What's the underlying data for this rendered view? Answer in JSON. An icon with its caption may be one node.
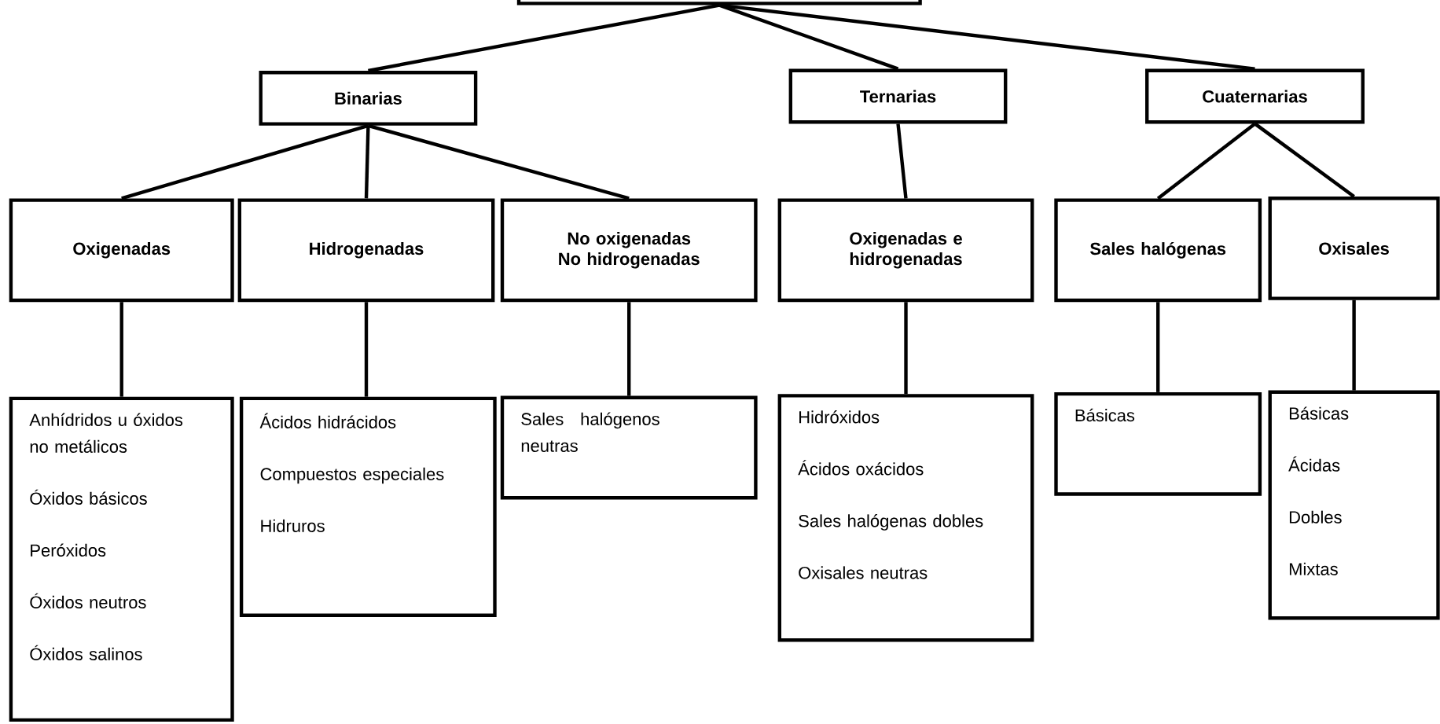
{
  "diagram": {
    "nodes": [
      {
        "text": [],
        "shape": "box"
      },
      {
        "text": [
          "Binarias"
        ]
      },
      {
        "text": [
          "Ternarias"
        ]
      },
      {
        "text": [
          "Cuaternarias"
        ]
      },
      {
        "text": [
          "Oxigenadas"
        ]
      },
      {
        "text": [
          "Hidrogenadas"
        ]
      },
      {
        "text": [
          "No oxigenadas No hidrogenadas"
        ]
      },
      {
        "text": [
          "Oxigenadas e hidrogenadas"
        ]
      },
      {
        "text": [
          "Sales halógenas"
        ]
      },
      {
        "text": [
          "Oxisales"
        ]
      },
      {
        "text": [
          "Anhídridos u óxidos no metálicos",
          "Óxidos básicos",
          "Peróxidos",
          "Óxidos neutros",
          "Óxidos salinos"
        ]
      },
      {
        "text": [
          "Ácidos hidrácidos",
          "Compuestos especiales",
          "Hidruros"
        ]
      },
      {
        "text": [
          "Sales halógenos neutras"
        ]
      },
      {
        "text": [
          "Hidróxidos",
          "Ácidos oxácidos",
          "Sales halógenas dobles",
          "Oxisales neutras"
        ]
      },
      {
        "text": [
          "Básicas"
        ]
      },
      {
        "text": [
          "Básicas",
          "Ácidas",
          "Dobles",
          "Mixtas"
        ]
      }
    ],
    "edges": [
      {
        "from": 0,
        "to": 1,
        "arrow": "none"
      },
      {
        "from": 0,
        "to": 2,
        "arrow": "none"
      },
      {
        "from": 0,
        "to": 3,
        "arrow": "none"
      },
      {
        "from": 1,
        "to": 4,
        "arrow": "none"
      },
      {
        "from": 1,
        "to": 5,
        "arrow": "none"
      },
      {
        "from": 1,
        "to": 6,
        "arrow": "none"
      },
      {
        "from": 2,
        "to": 7,
        "arrow": "none"
      },
      {
        "from": 3,
        "to": 8,
        "arrow": "none"
      },
      {
        "from": 3,
        "to": 9,
        "arrow": "none"
      },
      {
        "from": 4,
        "to": 10,
        "arrow": "none"
      },
      {
        "from": 5,
        "to": 11,
        "arrow": "none"
      },
      {
        "from": 6,
        "to": 12,
        "arrow": "none"
      },
      {
        "from": 7,
        "to": 13,
        "arrow": "none"
      },
      {
        "from": 8,
        "to": 14,
        "arrow": "none"
      },
      {
        "from": 9,
        "to": 15,
        "arrow": "none"
      }
    ]
  }
}
